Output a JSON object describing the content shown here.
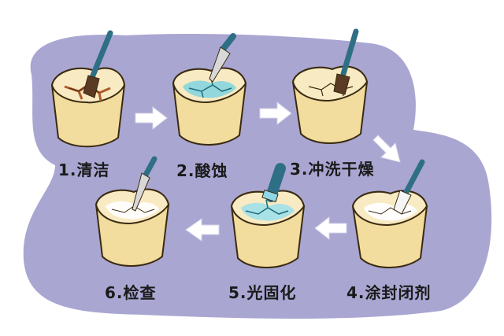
{
  "steps": [
    {
      "label": "1.清洁"
    },
    {
      "label": "2.酸蚀"
    },
    {
      "label": "3.冲洗干燥"
    },
    {
      "label": "4.涂封闭剂"
    },
    {
      "label": "5.光固化"
    },
    {
      "label": "6.检查"
    }
  ],
  "colors": {
    "background_blob": "#a9a6d2",
    "tooth_fill": "#f2dc9e",
    "tooth_top": "#f8eac2",
    "tooth_outline": "#3a2a10",
    "stain": "#b05a2a",
    "acid": "#7fd3e0",
    "sealant": "#ffffff",
    "brush_handle": "#2f6f86",
    "arrow": "#ffffff"
  },
  "icons": [
    "brush-icon",
    "acid-applicator-icon",
    "dryer-brush-icon",
    "sealant-brush-icon",
    "light-cure-icon",
    "probe-icon",
    "arrow-right-icon",
    "arrow-left-icon"
  ]
}
